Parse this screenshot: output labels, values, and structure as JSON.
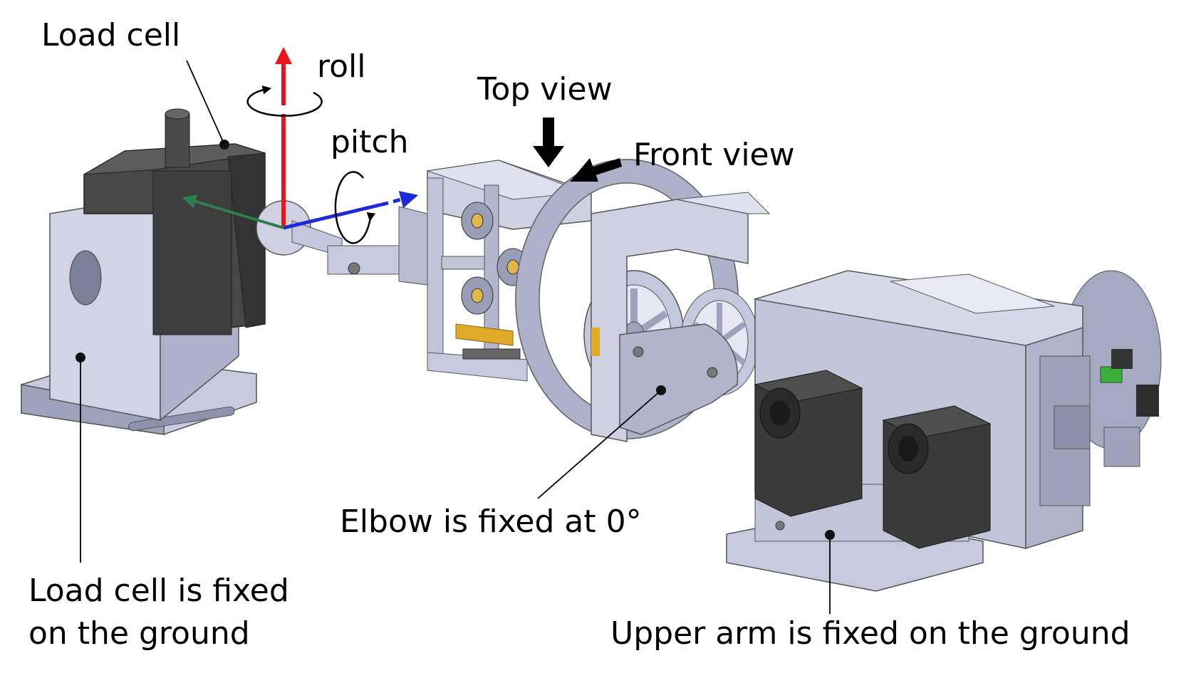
{
  "labels": {
    "load_cell": "Load cell",
    "roll": "roll",
    "pitch": "pitch",
    "top_view": "Top view",
    "front_view": "Front view",
    "elbow_fixed": "Elbow is fixed at 0°",
    "load_cell_fixed_line1": "Load cell is fixed",
    "load_cell_fixed_line2": "on the ground",
    "upper_arm_fixed": "Upper arm is fixed on the ground"
  },
  "colors": {
    "axis_vertical": "#e8161b",
    "axis_pitch": "#1d2bd6",
    "axis_green": "#2e7d4f",
    "metal_light": "#c9cbe0",
    "metal_mid": "#a9acc6",
    "metal_dark": "#7d8098",
    "load_cell_dark": "#4a4a4a",
    "motor_dark": "#3c3c3c",
    "gold": "#e0a92a",
    "connector_green": "#3cae3c"
  },
  "icons": [
    "arrow-top-view-icon",
    "arrow-front-view-icon",
    "roll-rotation-icon",
    "pitch-rotation-icon"
  ]
}
